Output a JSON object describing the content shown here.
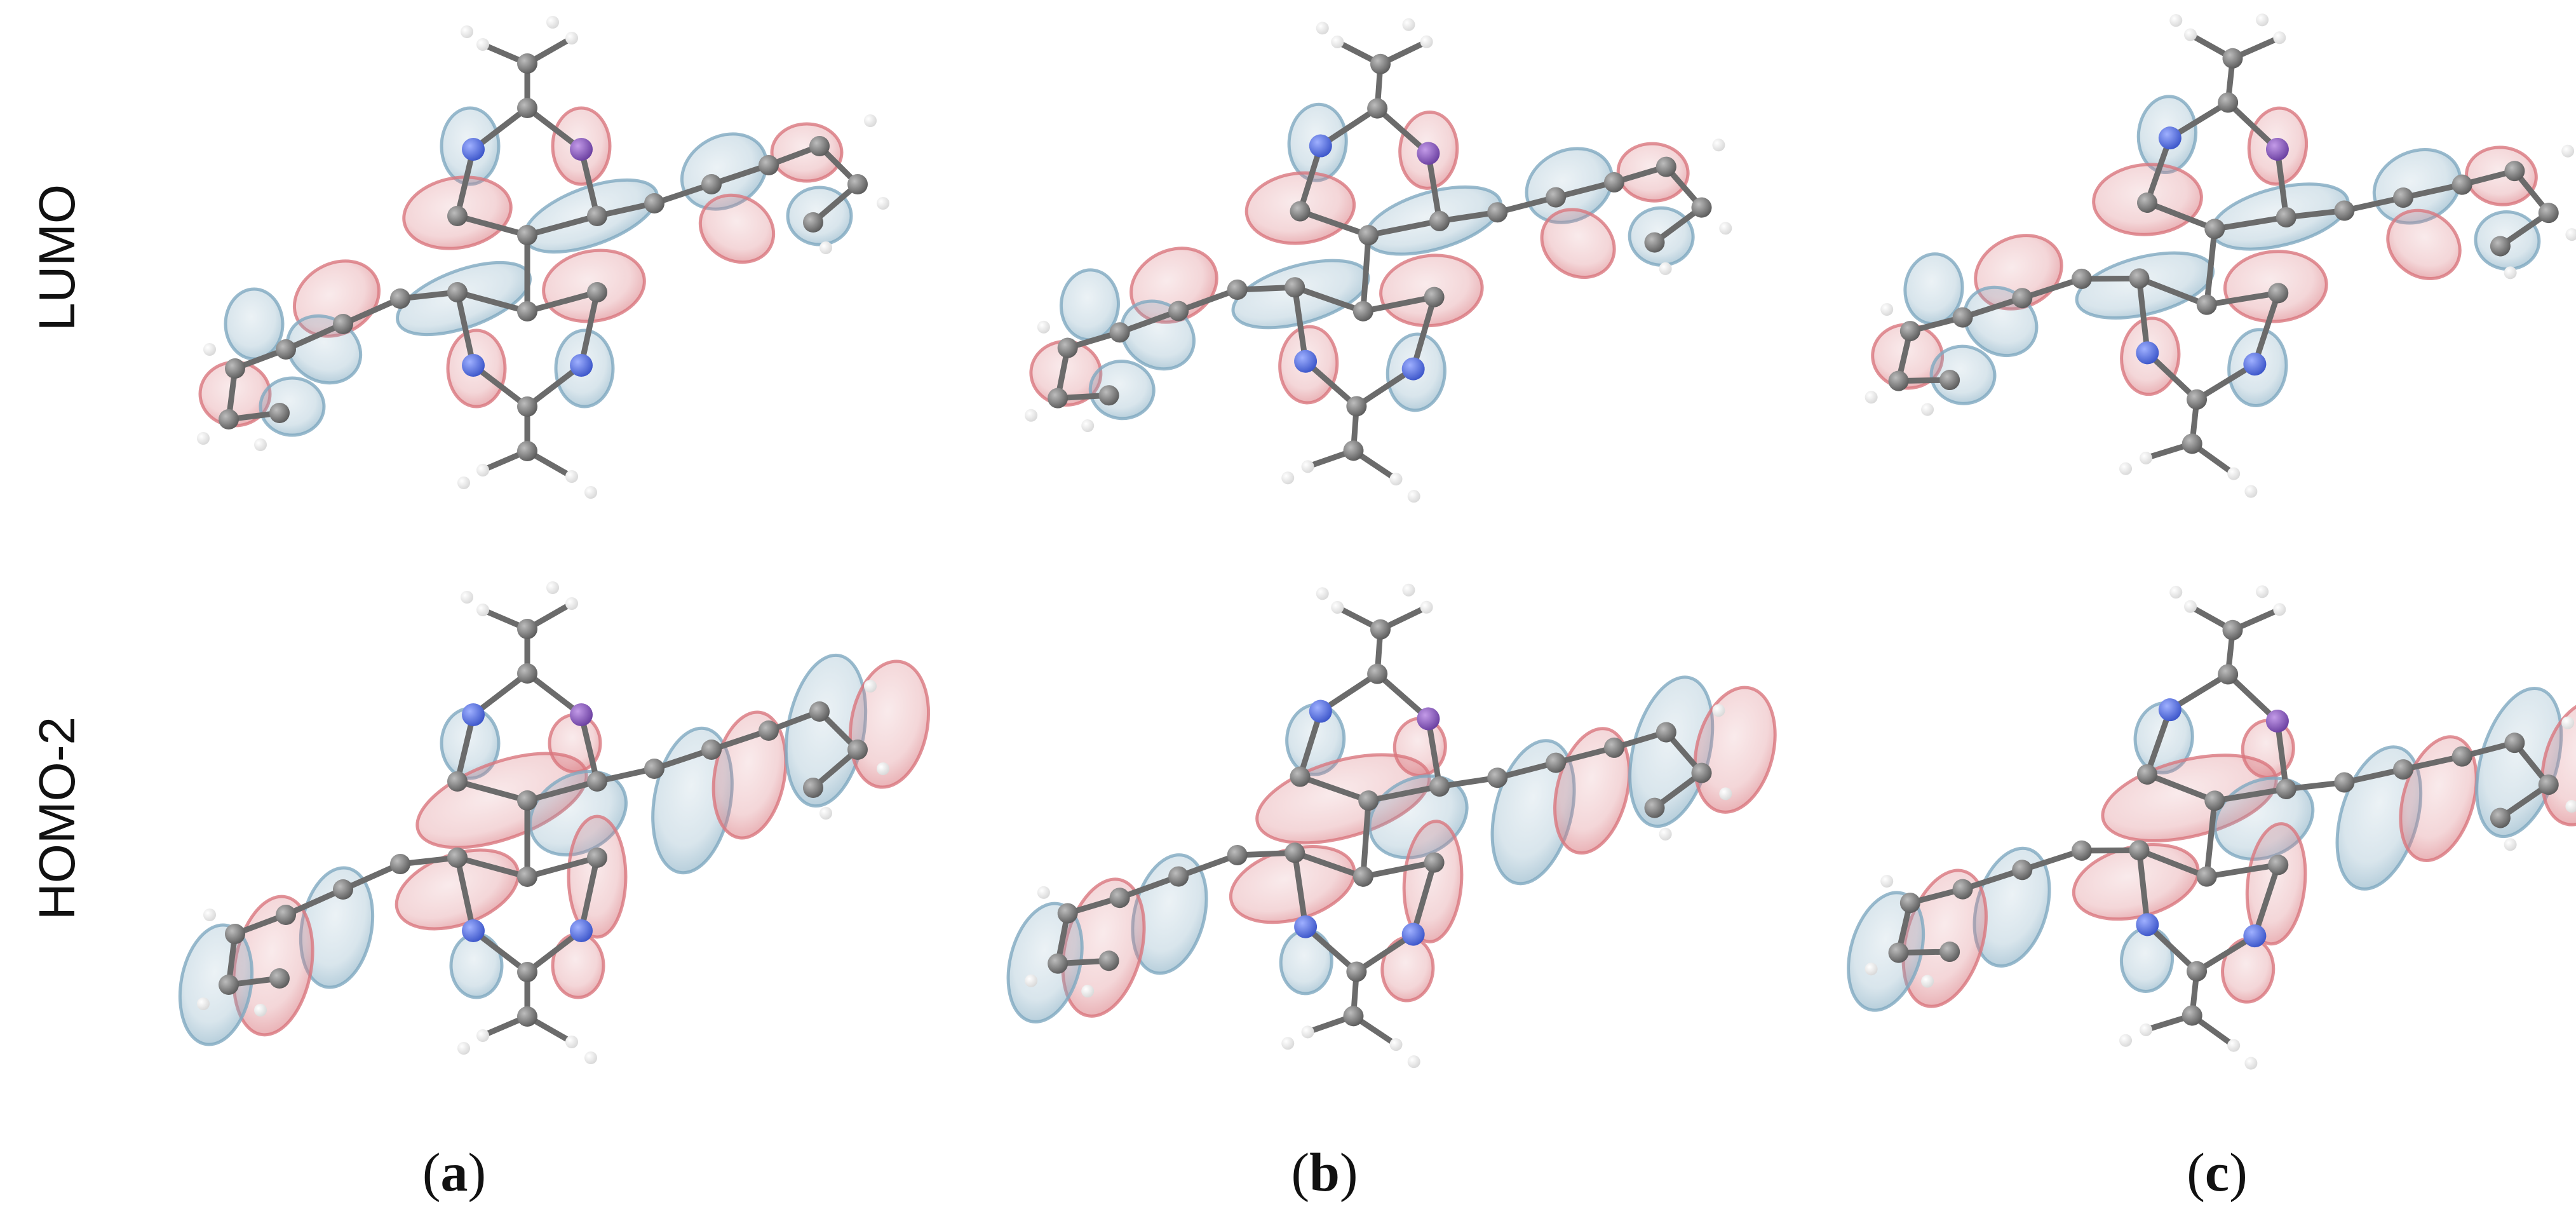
{
  "rows": [
    {
      "label": "LUMO"
    },
    {
      "label": "HOMO-2"
    }
  ],
  "columns": [
    {
      "open": "(",
      "letter": "a",
      "close": ")"
    },
    {
      "open": "(",
      "letter": "b",
      "close": ")"
    },
    {
      "open": "(",
      "letter": "c",
      "close": ")"
    }
  ],
  "colors": {
    "lobe_red": "#d9777e",
    "lobe_blue": "#7fa9c0",
    "carbon": "#5a5a5a",
    "hydrogen": "#d8d8d8",
    "nitrogen": "#3b55c9",
    "iodine": "#6a3fa0",
    "bond": "#6b6b6b"
  }
}
